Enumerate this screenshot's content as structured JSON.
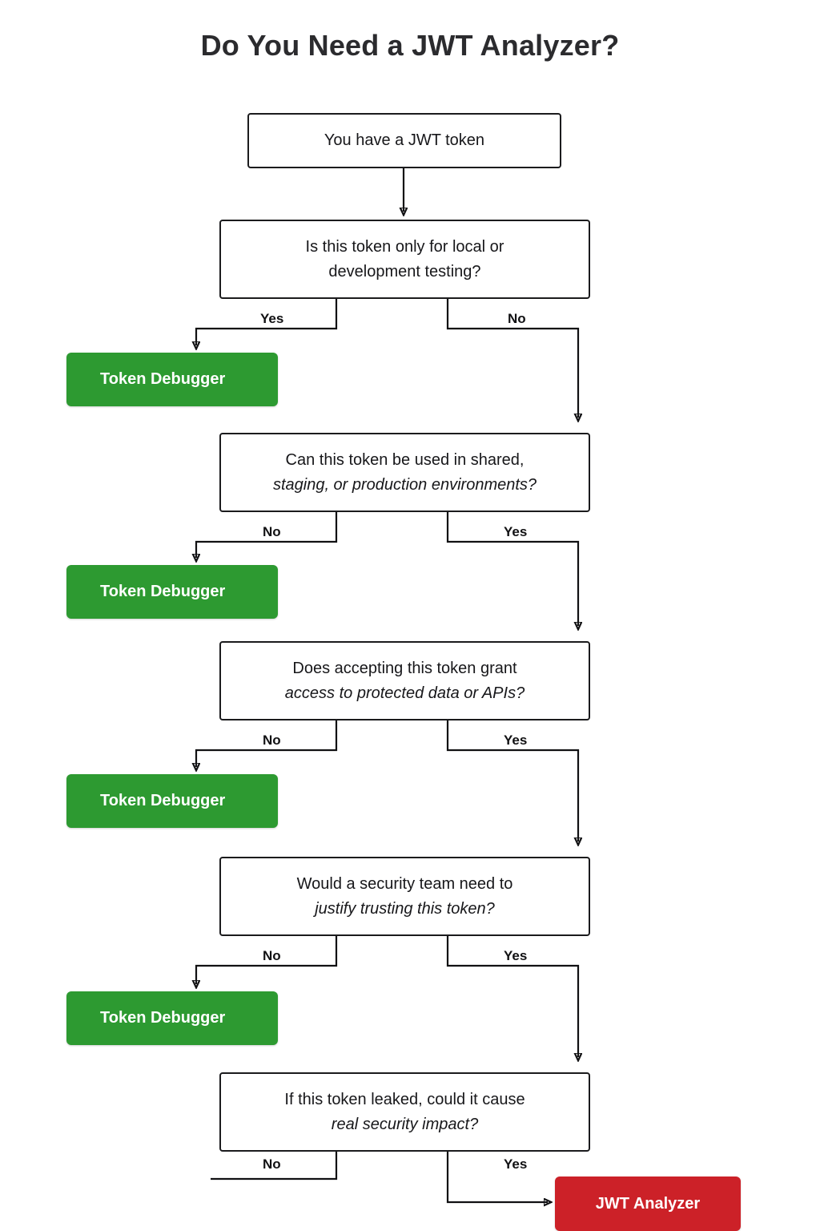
{
  "title": "Do You Need a JWT Analyzer?",
  "colors": {
    "green": "#2d9a31",
    "red": "#cc2128",
    "line": "#111113",
    "text": "#17171a",
    "title": "#2b2b2e",
    "background": "#ffffff"
  },
  "chart_data": {
    "type": "flowchart",
    "title": "Do You Need a JWT Analyzer?",
    "orientation": "top-to-bottom",
    "nodes": [
      {
        "id": "start",
        "kind": "start",
        "label": "You have a JWT token"
      },
      {
        "id": "q1",
        "kind": "decision",
        "line1": "Is this token only for local or",
        "line2": "development testing?",
        "line2_italic": false
      },
      {
        "id": "out1",
        "kind": "outcome",
        "label": "Token Debugger",
        "color": "green"
      },
      {
        "id": "q2",
        "kind": "decision",
        "line1": "Can this token be used in shared,",
        "line2": "staging, or production environments?",
        "line2_italic": true
      },
      {
        "id": "out2",
        "kind": "outcome",
        "label": "Token Debugger",
        "color": "green"
      },
      {
        "id": "q3",
        "kind": "decision",
        "line1": "Does accepting this token grant",
        "line2": "access to protected data or APIs?",
        "line2_italic": true
      },
      {
        "id": "out3",
        "kind": "outcome",
        "label": "Token Debugger",
        "color": "green"
      },
      {
        "id": "q4",
        "kind": "decision",
        "line1": "Would a security team need to",
        "line2": "justify trusting this token?",
        "line2_italic": true
      },
      {
        "id": "out4",
        "kind": "outcome",
        "label": "Token Debugger",
        "color": "green"
      },
      {
        "id": "q5",
        "kind": "decision",
        "line1": "If this token leaked, could it cause",
        "line2": "real security impact?",
        "line2_italic": true
      },
      {
        "id": "final",
        "kind": "outcome",
        "label": "JWT Analyzer",
        "color": "red"
      }
    ],
    "edges": [
      {
        "from": "start",
        "to": "q1",
        "label": ""
      },
      {
        "from": "q1",
        "to": "out1",
        "label": "Yes",
        "side": "left"
      },
      {
        "from": "q1",
        "to": "q2",
        "label": "No",
        "side": "right"
      },
      {
        "from": "q2",
        "to": "out2",
        "label": "No",
        "side": "left"
      },
      {
        "from": "q2",
        "to": "q3",
        "label": "Yes",
        "side": "right"
      },
      {
        "from": "q3",
        "to": "out3",
        "label": "No",
        "side": "left"
      },
      {
        "from": "q3",
        "to": "q4",
        "label": "Yes",
        "side": "right"
      },
      {
        "from": "q4",
        "to": "out4",
        "label": "No",
        "side": "left"
      },
      {
        "from": "q4",
        "to": "q5",
        "label": "Yes",
        "side": "right"
      },
      {
        "from": "q5",
        "to": null,
        "label": "No",
        "side": "left"
      },
      {
        "from": "q5",
        "to": "final",
        "label": "Yes",
        "side": "right"
      }
    ]
  },
  "labels": {
    "yes": "Yes",
    "no": "No"
  },
  "edge_labels": {
    "q1_left": "Yes",
    "q1_right": "No",
    "q2_left": "No",
    "q2_right": "Yes",
    "q3_left": "No",
    "q3_right": "Yes",
    "q4_left": "No",
    "q4_right": "Yes",
    "q5_left": "No",
    "q5_right": "Yes"
  },
  "nodes": {
    "start": {
      "label": "You have a JWT token"
    },
    "q1": {
      "line1": "Is this token only for local or",
      "line2": "development testing?"
    },
    "out1": {
      "label": "Token Debugger"
    },
    "q2": {
      "line1": "Can this token be used in shared,",
      "line2": "staging, or production environments?"
    },
    "out2": {
      "label": "Token Debugger"
    },
    "q3": {
      "line1": "Does accepting this token grant",
      "line2": "access to protected data or APIs?"
    },
    "out3": {
      "label": "Token Debugger"
    },
    "q4": {
      "line1": "Would a security team need to",
      "line2": "justify trusting this token?"
    },
    "out4": {
      "label": "Token Debugger"
    },
    "q5": {
      "line1": "If this token leaked, could it cause",
      "line2": "real security impact?"
    },
    "final": {
      "label": "JWT Analyzer"
    }
  }
}
